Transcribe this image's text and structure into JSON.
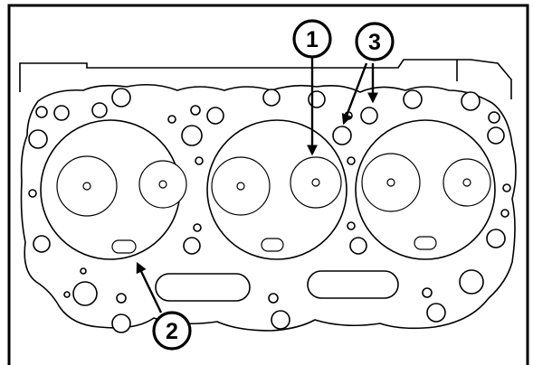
{
  "callouts": [
    {
      "label": "1"
    },
    {
      "label": "2"
    },
    {
      "label": "3"
    }
  ],
  "colors": {
    "line": "#000000",
    "background": "#ffffff"
  }
}
